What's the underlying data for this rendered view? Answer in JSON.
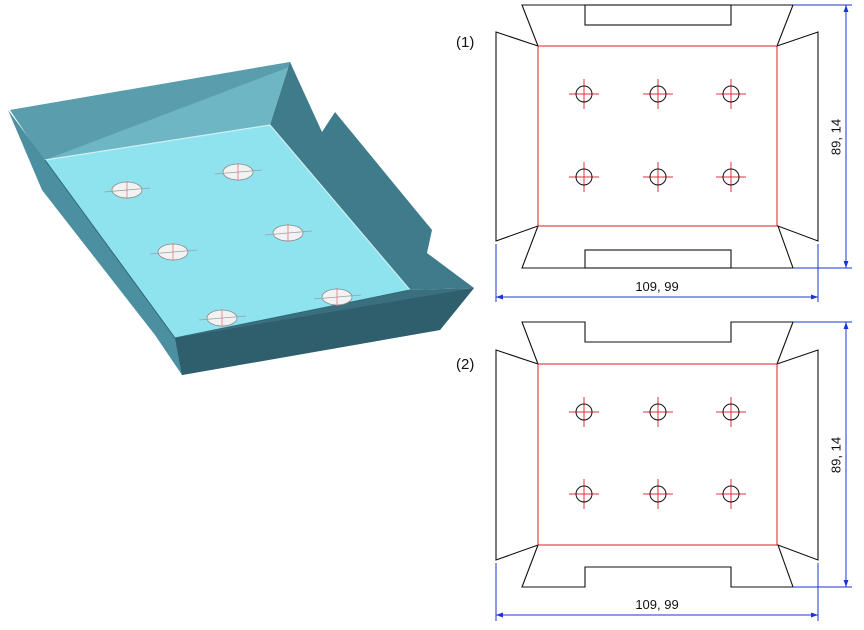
{
  "views": [
    {
      "label": "(1)",
      "width_dim": "109, 99",
      "height_dim": "89, 14"
    },
    {
      "label": "(2)",
      "width_dim": "109, 99",
      "height_dim": "89, 14"
    }
  ],
  "colors": {
    "tray_light": "#8ee3ef",
    "tray_mid": "#5fa6b5",
    "tray_dark": "#3e7c8c",
    "bend_line": "#e0303a",
    "outline": "#111111",
    "dimension": "#1a35d6"
  }
}
